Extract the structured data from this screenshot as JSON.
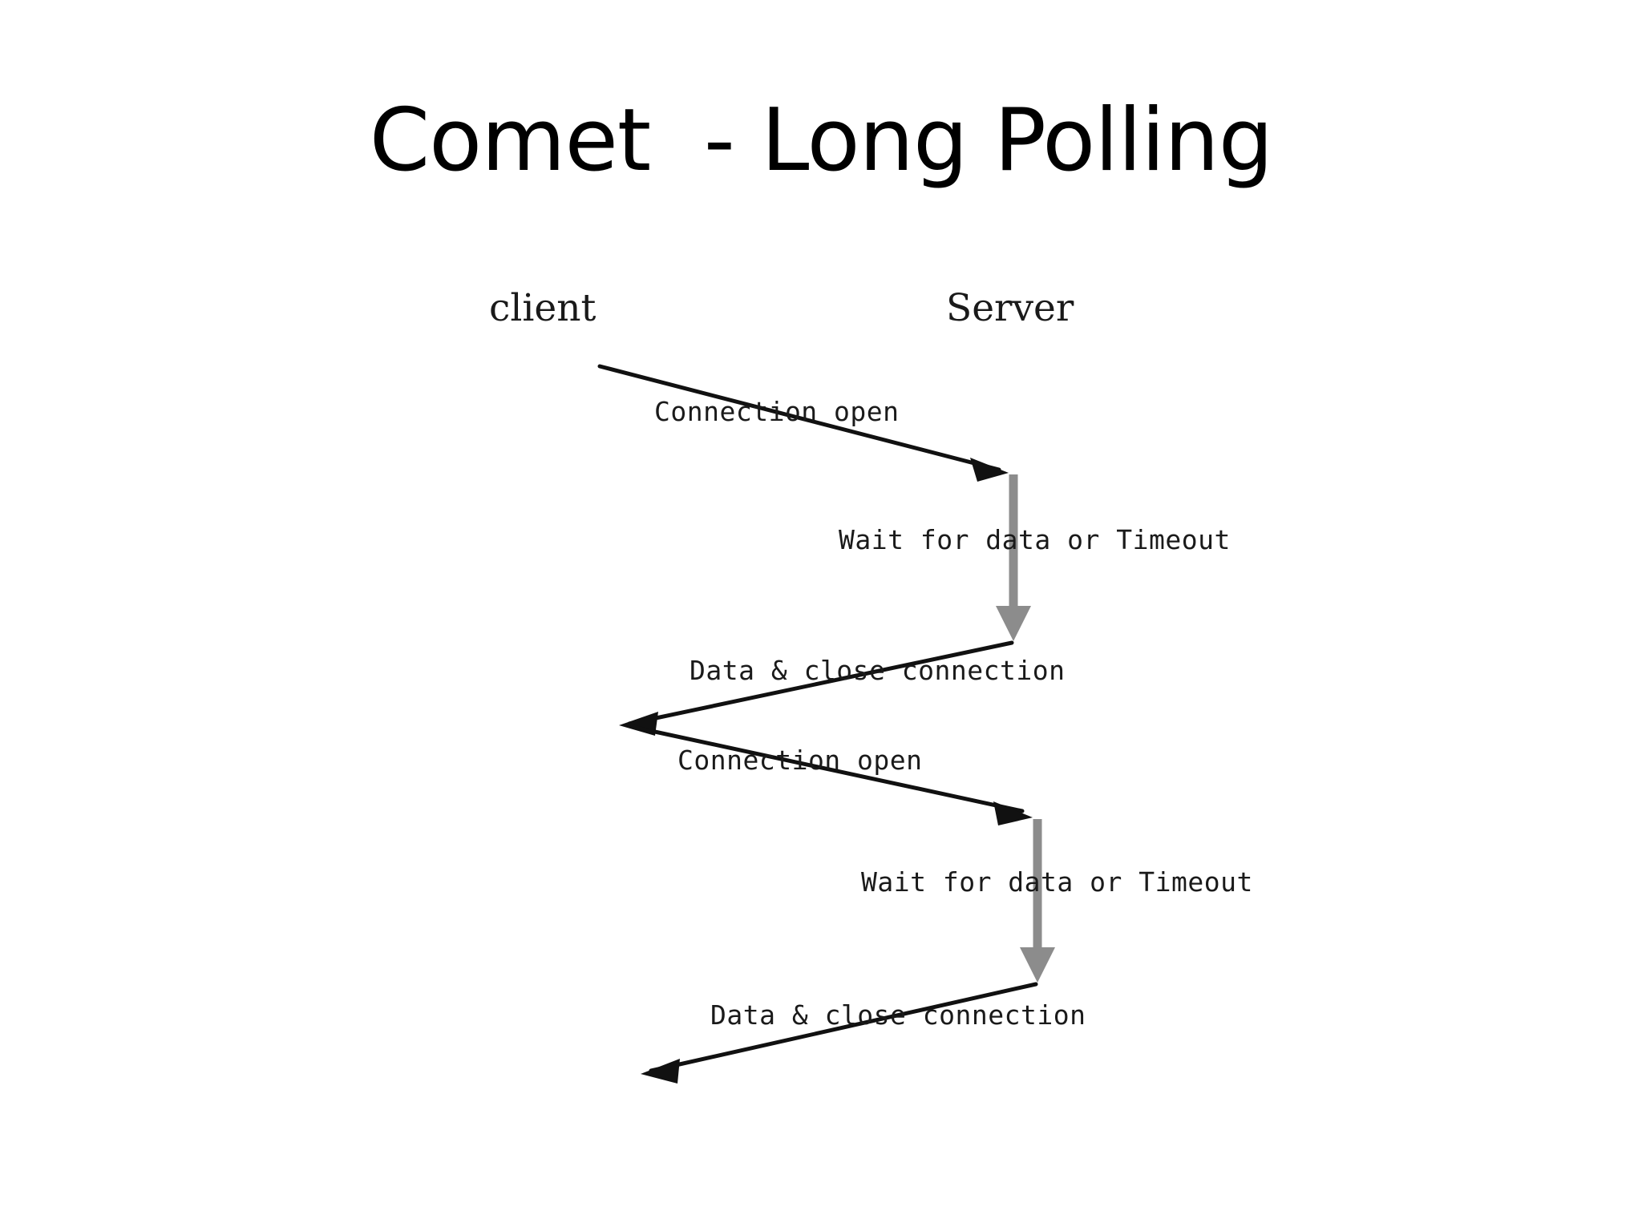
{
  "slide": {
    "title": "Comet  - Long Polling",
    "background_color": "#ffffff",
    "text_color": "#000000"
  },
  "diagram": {
    "type": "sequence-diagram",
    "arrow_color": "#111111",
    "wait_line_color": "#8c8c8c",
    "lanes": [
      {
        "id": "client",
        "label": "client"
      },
      {
        "id": "server",
        "label": "Server"
      }
    ],
    "messages": [
      {
        "index": 1,
        "label": "Connection open",
        "from": "client",
        "to": "server",
        "direction": "right"
      },
      {
        "index": 2,
        "label": "Wait for data or Timeout",
        "from": "server",
        "to": "server",
        "direction": "down",
        "style": "self-wait"
      },
      {
        "index": 3,
        "label": "Data & close connection",
        "from": "server",
        "to": "client",
        "direction": "left"
      },
      {
        "index": 4,
        "label": "Connection open",
        "from": "client",
        "to": "server",
        "direction": "right"
      },
      {
        "index": 5,
        "label": "Wait for data or Timeout",
        "from": "server",
        "to": "server",
        "direction": "down",
        "style": "self-wait"
      },
      {
        "index": 6,
        "label": "Data & close connection",
        "from": "server",
        "to": "client",
        "direction": "left"
      }
    ]
  }
}
